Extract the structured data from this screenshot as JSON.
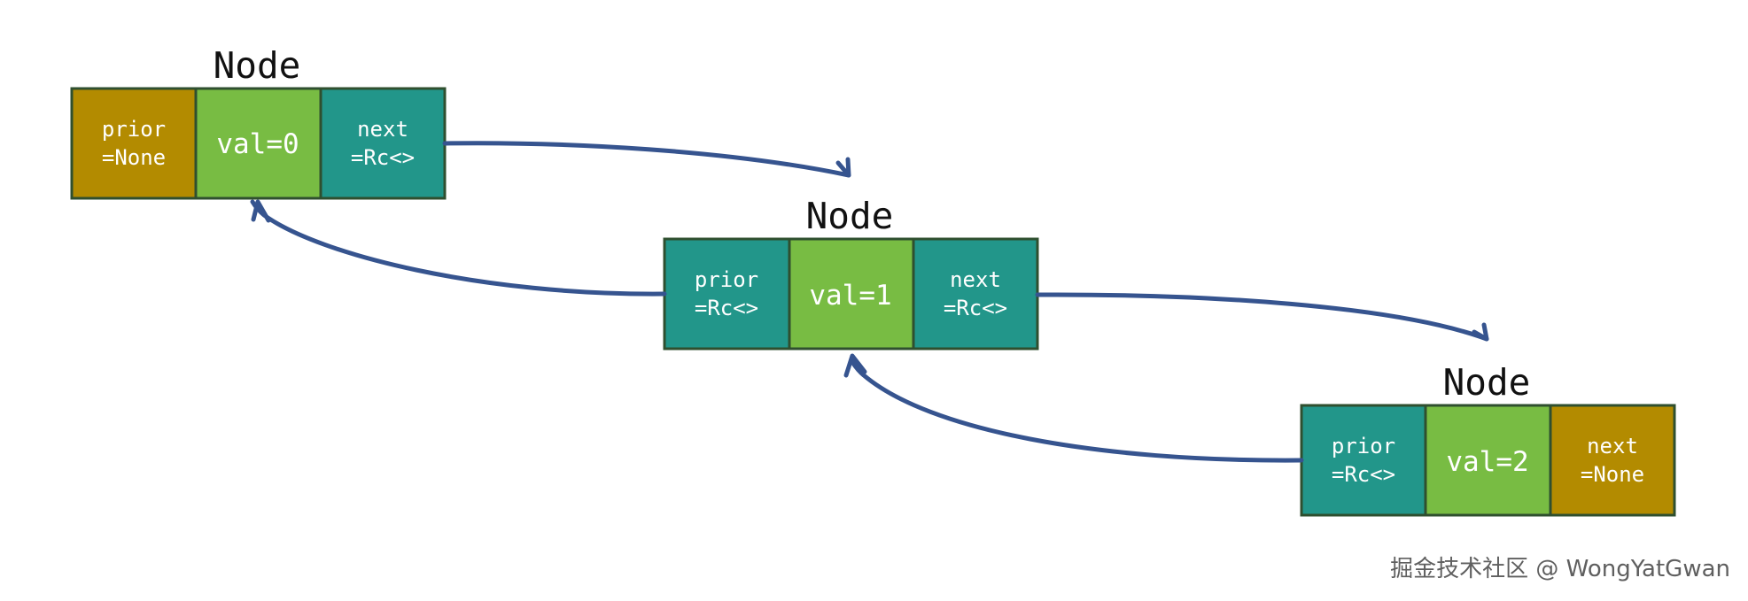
{
  "nodes": [
    {
      "title": "Node",
      "prior": [
        "prior",
        "=None"
      ],
      "value": "val=0",
      "next": [
        "next",
        "=Rc<>"
      ]
    },
    {
      "title": "Node",
      "prior": [
        "prior",
        "=Rc<>"
      ],
      "value": "val=1",
      "next": [
        "next",
        "=Rc<>"
      ]
    },
    {
      "title": "Node",
      "prior": [
        "prior",
        "=Rc<>"
      ],
      "value": "val=2",
      "next": [
        "next",
        "=None"
      ]
    }
  ],
  "colors": {
    "none_cell": "#b38b00",
    "rc_cell": "#22968a",
    "value_cell": "#78bc43",
    "cell_border": "#2f4f2f",
    "arrow": "#36548f",
    "title_text": "#111111",
    "cell_text": "#ffffff"
  },
  "watermark": "掘金技术社区 @ WongYatGwan"
}
